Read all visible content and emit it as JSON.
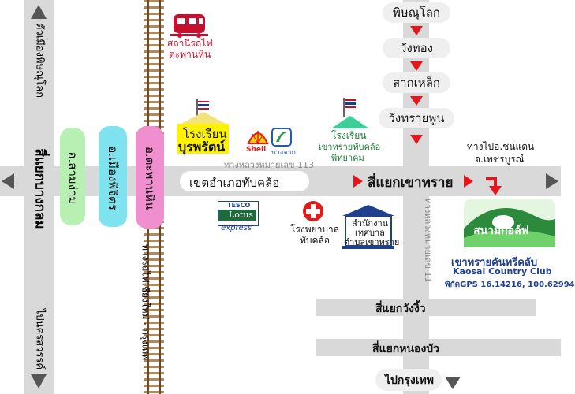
{
  "map": {
    "left_road_top": "ตัวเมืองพิษณุโลก",
    "left_road_mid": "สี่แยกบางกลม",
    "left_road_bottom": "ไปนครสวรรค์",
    "amphoe_sam_ngam": "อ.สามง่าม",
    "amphoe_mueang_phichit": "อ.เมืองพิจิตร",
    "amphoe_taphan_hin": "อ.ตะพานหิน",
    "railway_label": "ทางรถไฟเชียงใหม่ - กรุงเทพ",
    "station_label_1": "สถานีรถไฟ",
    "station_label_2": "ตะพานหิน",
    "school_1_line1": "โรงเรียน",
    "school_1_line2": "บุรพรัตน์",
    "shell_text": "Shell",
    "bangchak_text": "บางจาก",
    "school_2_line1": "โรงเรียน",
    "school_2_line2": "เขาทรายทับคล้อ",
    "school_2_line3": "พิทยาคม",
    "highway_113": "ทางหลวงหมายเลข 113",
    "district_border": "เขตอำเภอทับคล้อ",
    "junction_khao_sai": "สี่แยกเขาทราย",
    "tesco_1": "TESCO",
    "tesco_2": "Lotus",
    "tesco_3": "express",
    "hospital_1": "โรงพยาบาล",
    "hospital_2": "ทับคล้อ",
    "office_1": "สำนักงาน",
    "office_2": "เทศบาล",
    "office_3": "ตำบลเขาทราย",
    "route_phitsanulok": "พิษณุโลก",
    "route_wang_thong": "วังทอง",
    "route_sak_lek": "สากเหล็ก",
    "route_wang_sai_phun": "วังทรายพูน",
    "to_chon_daen_1": "ทางไปอ.ชนแดน",
    "to_chon_daen_2": "จ.เพชรบูรณ์",
    "highway_11": "ทางหลวงหมายเลข 11",
    "golf_th_1": "สนามกอล์ฟ",
    "golf_th_2": "เขาทรายคันทรีคลับ",
    "golf_en": "Kaosai Country Club",
    "gps": "พิกัดGPS 16.14216, 100.62994",
    "junction_wang_ngio": "สี่แยกวังงิ้ว",
    "junction_nong_bua": "สี่แยกหนองบัว",
    "to_bangkok": "ไปกรุงเทพ"
  },
  "colors": {
    "road": "#d9d9d9",
    "arrow": "#e8141b",
    "pill_green": "#b8f0b4",
    "pill_cyan": "#7fe3ef",
    "pill_pink": "#f08fcf",
    "school_yellow": "#fff200",
    "golf_green": "#2c8a3c"
  }
}
